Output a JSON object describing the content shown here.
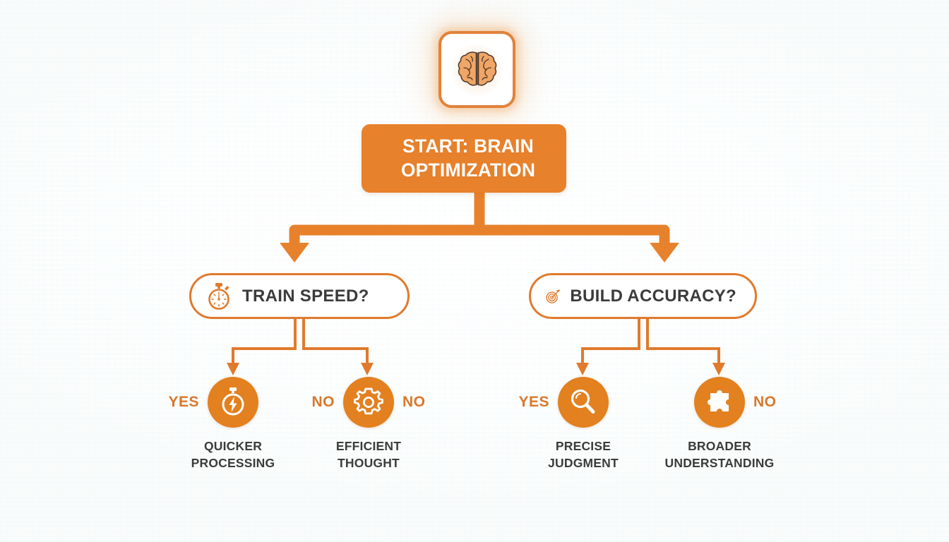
{
  "theme": {
    "accent_orange": "#E8812B",
    "line_orange": "#E07A2C",
    "circle_orange": "#E3801F",
    "yes_no_orange": "#D9772C",
    "text_dark": "#3B3B3B",
    "background": "#FBFDFD"
  },
  "header_icon": {
    "name": "brain-icon",
    "alt": "brain"
  },
  "start_node": {
    "name": "start-brain-optimization",
    "line1": "START: BRAIN",
    "line2": "OPTIMIZATION"
  },
  "decisions": [
    {
      "id": "train-speed",
      "label": "TRAIN SPEED?",
      "icon": "stopwatch-icon"
    },
    {
      "id": "build-accuracy",
      "label": "BUILD ACCURACY?",
      "icon": "target-icon"
    }
  ],
  "outcomes": [
    {
      "id": "quicker-processing",
      "branch_label_left": "YES",
      "branch_label_right": "",
      "icon": "stopwatch-bolt-icon",
      "caption_line1": "QUICKER",
      "caption_line2": "PROCESSING"
    },
    {
      "id": "efficient-thought",
      "branch_label_left": "NO",
      "branch_label_right": "NO",
      "icon": "gear-icon",
      "caption_line1": "EFFICIENT",
      "caption_line2": "THOUGHT"
    },
    {
      "id": "precise-judgment",
      "branch_label_left": "YES",
      "branch_label_right": "",
      "icon": "magnifier-icon",
      "caption_line1": "PRECISE",
      "caption_line2": "JUDGMENT"
    },
    {
      "id": "broader-understanding",
      "branch_label_left": "",
      "branch_label_right": "NO",
      "icon": "puzzle-piece-icon",
      "caption_line1": "BROADER",
      "caption_line2": "UNDERSTANDING"
    }
  ]
}
